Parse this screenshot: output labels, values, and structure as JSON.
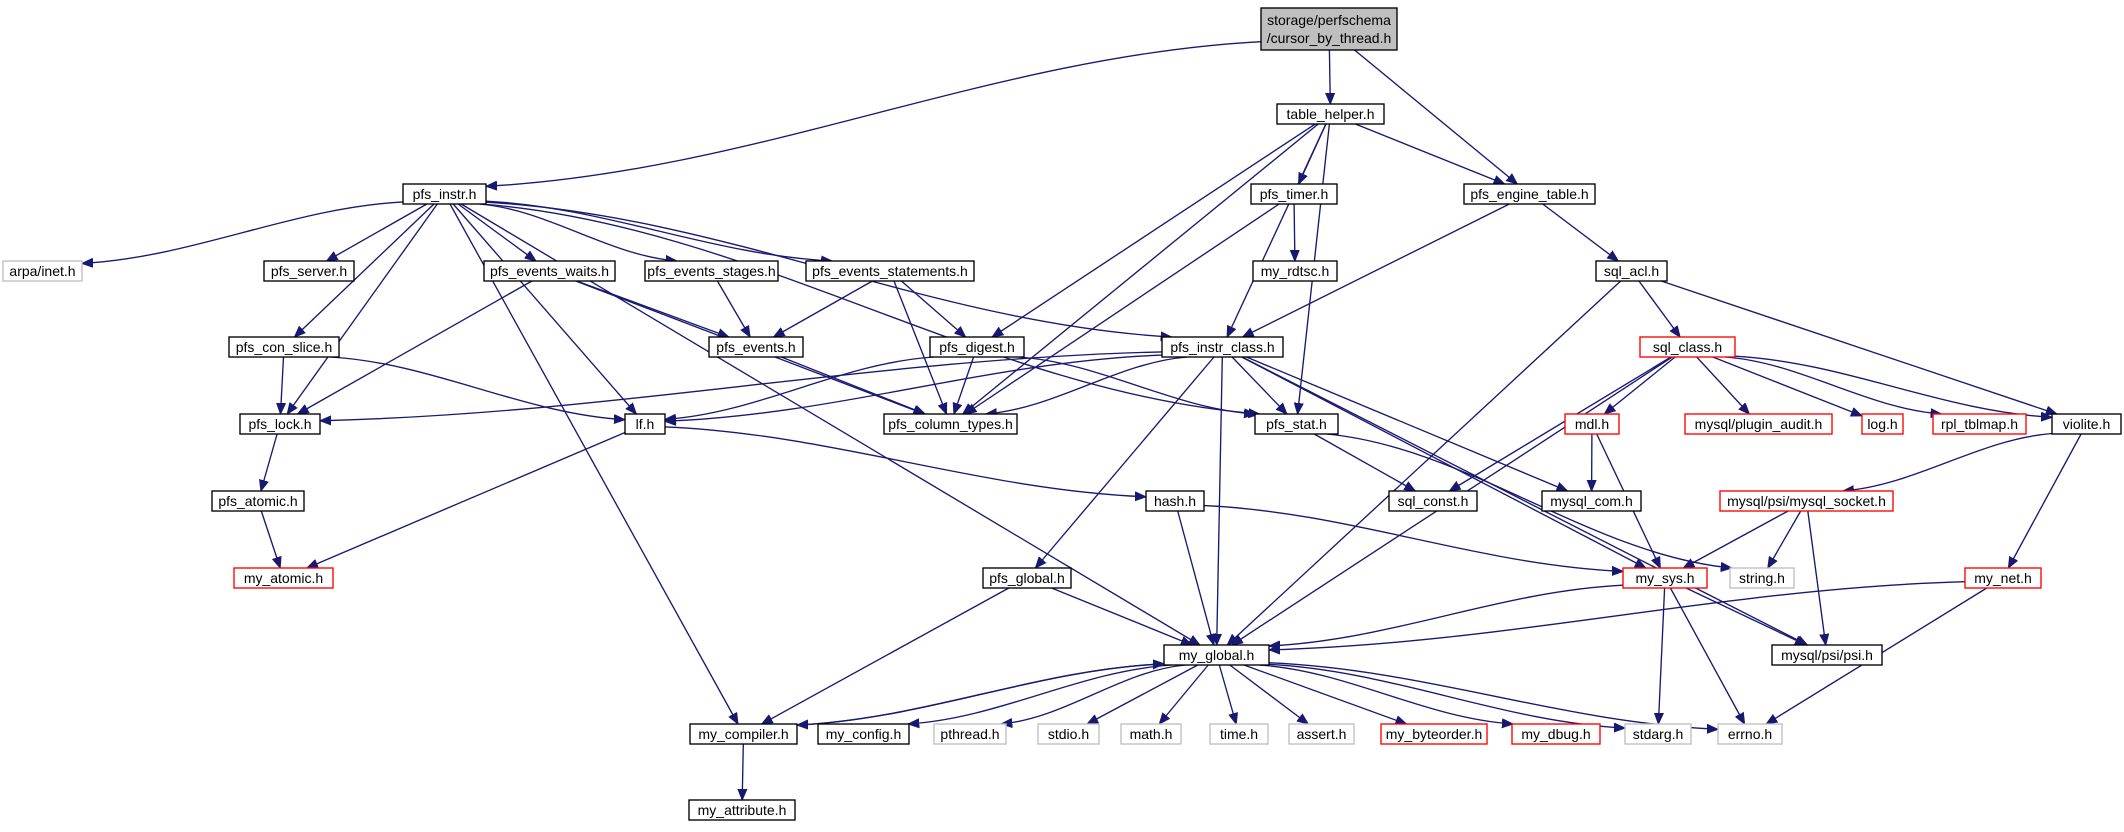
{
  "nodes": [
    {
      "id": "cursor",
      "label": [
        "storage/perfschema",
        "/cursor_by_thread.h"
      ],
      "kind": "root"
    },
    {
      "id": "pfs_instr",
      "label": [
        "pfs_instr.h"
      ],
      "kind": "normal"
    },
    {
      "id": "table_helper",
      "label": [
        "table_helper.h"
      ],
      "kind": "normal"
    },
    {
      "id": "pfs_engine_table",
      "label": [
        "pfs_engine_table.h"
      ],
      "kind": "normal"
    },
    {
      "id": "arpa_inet",
      "label": [
        "arpa/inet.h"
      ],
      "kind": "system"
    },
    {
      "id": "pfs_server",
      "label": [
        "pfs_server.h"
      ],
      "kind": "normal"
    },
    {
      "id": "pfs_events_waits",
      "label": [
        "pfs_events_waits.h"
      ],
      "kind": "normal"
    },
    {
      "id": "pfs_events_stages",
      "label": [
        "pfs_events_stages.h"
      ],
      "kind": "normal"
    },
    {
      "id": "pfs_events_statements",
      "label": [
        "pfs_events_statements.h"
      ],
      "kind": "normal"
    },
    {
      "id": "pfs_timer",
      "label": [
        "pfs_timer.h"
      ],
      "kind": "normal"
    },
    {
      "id": "my_rdtsc",
      "label": [
        "my_rdtsc.h"
      ],
      "kind": "normal"
    },
    {
      "id": "sql_acl",
      "label": [
        "sql_acl.h"
      ],
      "kind": "normal"
    },
    {
      "id": "pfs_con_slice",
      "label": [
        "pfs_con_slice.h"
      ],
      "kind": "normal"
    },
    {
      "id": "pfs_events",
      "label": [
        "pfs_events.h"
      ],
      "kind": "normal"
    },
    {
      "id": "pfs_digest",
      "label": [
        "pfs_digest.h"
      ],
      "kind": "normal"
    },
    {
      "id": "pfs_instr_class",
      "label": [
        "pfs_instr_class.h"
      ],
      "kind": "normal"
    },
    {
      "id": "sql_class",
      "label": [
        "sql_class.h"
      ],
      "kind": "truncated"
    },
    {
      "id": "pfs_lock",
      "label": [
        "pfs_lock.h"
      ],
      "kind": "normal"
    },
    {
      "id": "lf",
      "label": [
        "lf.h"
      ],
      "kind": "normal"
    },
    {
      "id": "pfs_column_types",
      "label": [
        "pfs_column_types.h"
      ],
      "kind": "normal"
    },
    {
      "id": "pfs_stat",
      "label": [
        "pfs_stat.h"
      ],
      "kind": "normal"
    },
    {
      "id": "mdl",
      "label": [
        "mdl.h"
      ],
      "kind": "truncated"
    },
    {
      "id": "plugin_audit",
      "label": [
        "mysql/plugin_audit.h"
      ],
      "kind": "truncated"
    },
    {
      "id": "log",
      "label": [
        "log.h"
      ],
      "kind": "truncated"
    },
    {
      "id": "rpl_tblmap",
      "label": [
        "rpl_tblmap.h"
      ],
      "kind": "truncated"
    },
    {
      "id": "violite",
      "label": [
        "violite.h"
      ],
      "kind": "normal"
    },
    {
      "id": "pfs_atomic",
      "label": [
        "pfs_atomic.h"
      ],
      "kind": "normal"
    },
    {
      "id": "hash",
      "label": [
        "hash.h"
      ],
      "kind": "normal"
    },
    {
      "id": "sql_const",
      "label": [
        "sql_const.h"
      ],
      "kind": "normal"
    },
    {
      "id": "mysql_com",
      "label": [
        "mysql_com.h"
      ],
      "kind": "normal"
    },
    {
      "id": "mysql_socket",
      "label": [
        "mysql/psi/mysql_socket.h"
      ],
      "kind": "truncated"
    },
    {
      "id": "my_atomic",
      "label": [
        "my_atomic.h"
      ],
      "kind": "truncated"
    },
    {
      "id": "pfs_global",
      "label": [
        "pfs_global.h"
      ],
      "kind": "normal"
    },
    {
      "id": "my_sys",
      "label": [
        "my_sys.h"
      ],
      "kind": "truncated"
    },
    {
      "id": "string_h",
      "label": [
        "string.h"
      ],
      "kind": "system"
    },
    {
      "id": "my_net",
      "label": [
        "my_net.h"
      ],
      "kind": "truncated"
    },
    {
      "id": "my_global",
      "label": [
        "my_global.h"
      ],
      "kind": "normal"
    },
    {
      "id": "psi",
      "label": [
        "mysql/psi/psi.h"
      ],
      "kind": "normal"
    },
    {
      "id": "my_compiler",
      "label": [
        "my_compiler.h"
      ],
      "kind": "normal"
    },
    {
      "id": "my_config",
      "label": [
        "my_config.h"
      ],
      "kind": "normal"
    },
    {
      "id": "pthread",
      "label": [
        "pthread.h"
      ],
      "kind": "system"
    },
    {
      "id": "stdio",
      "label": [
        "stdio.h"
      ],
      "kind": "system"
    },
    {
      "id": "math",
      "label": [
        "math.h"
      ],
      "kind": "system"
    },
    {
      "id": "time_h",
      "label": [
        "time.h"
      ],
      "kind": "system"
    },
    {
      "id": "assert_h",
      "label": [
        "assert.h"
      ],
      "kind": "system"
    },
    {
      "id": "my_byteorder",
      "label": [
        "my_byteorder.h"
      ],
      "kind": "truncated"
    },
    {
      "id": "my_dbug",
      "label": [
        "my_dbug.h"
      ],
      "kind": "truncated"
    },
    {
      "id": "stdarg",
      "label": [
        "stdarg.h"
      ],
      "kind": "system"
    },
    {
      "id": "errno_h",
      "label": [
        "errno.h"
      ],
      "kind": "system"
    },
    {
      "id": "my_attribute",
      "label": [
        "my_attribute.h"
      ],
      "kind": "normal"
    }
  ],
  "edges": [
    [
      "cursor",
      "pfs_instr"
    ],
    [
      "cursor",
      "table_helper"
    ],
    [
      "cursor",
      "pfs_engine_table"
    ],
    [
      "pfs_instr",
      "arpa_inet"
    ],
    [
      "pfs_instr",
      "pfs_server"
    ],
    [
      "pfs_instr",
      "pfs_events_waits"
    ],
    [
      "pfs_instr",
      "pfs_events_stages"
    ],
    [
      "pfs_instr",
      "pfs_events_statements"
    ],
    [
      "pfs_instr",
      "pfs_con_slice"
    ],
    [
      "pfs_instr",
      "pfs_lock"
    ],
    [
      "pfs_instr",
      "lf"
    ],
    [
      "pfs_instr",
      "pfs_instr_class"
    ],
    [
      "pfs_instr",
      "pfs_stat"
    ],
    [
      "pfs_instr",
      "my_global"
    ],
    [
      "pfs_instr",
      "my_compiler"
    ],
    [
      "table_helper",
      "pfs_timer"
    ],
    [
      "table_helper",
      "pfs_engine_table"
    ],
    [
      "table_helper",
      "pfs_digest"
    ],
    [
      "table_helper",
      "pfs_column_types"
    ],
    [
      "table_helper",
      "pfs_instr_class"
    ],
    [
      "table_helper",
      "pfs_stat"
    ],
    [
      "pfs_engine_table",
      "pfs_instr_class"
    ],
    [
      "pfs_engine_table",
      "sql_acl"
    ],
    [
      "pfs_timer",
      "my_rdtsc"
    ],
    [
      "pfs_timer",
      "pfs_column_types"
    ],
    [
      "sql_acl",
      "sql_class"
    ],
    [
      "sql_acl",
      "violite"
    ],
    [
      "sql_acl",
      "my_global"
    ],
    [
      "pfs_events_waits",
      "pfs_events"
    ],
    [
      "pfs_events_waits",
      "pfs_lock"
    ],
    [
      "pfs_events_waits",
      "pfs_column_types"
    ],
    [
      "pfs_events_stages",
      "pfs_events"
    ],
    [
      "pfs_events_statements",
      "pfs_events"
    ],
    [
      "pfs_events_statements",
      "pfs_digest"
    ],
    [
      "pfs_events_statements",
      "pfs_column_types"
    ],
    [
      "pfs_con_slice",
      "pfs_lock"
    ],
    [
      "pfs_con_slice",
      "lf"
    ],
    [
      "pfs_events",
      "pfs_column_types"
    ],
    [
      "pfs_digest",
      "pfs_column_types"
    ],
    [
      "pfs_digest",
      "lf"
    ],
    [
      "pfs_digest",
      "pfs_stat"
    ],
    [
      "pfs_instr_class",
      "pfs_lock"
    ],
    [
      "pfs_instr_class",
      "lf"
    ],
    [
      "pfs_instr_class",
      "pfs_column_types"
    ],
    [
      "pfs_instr_class",
      "pfs_stat"
    ],
    [
      "pfs_instr_class",
      "pfs_global"
    ],
    [
      "pfs_instr_class",
      "my_global"
    ],
    [
      "pfs_instr_class",
      "mysql_com"
    ],
    [
      "pfs_instr_class",
      "my_sys"
    ],
    [
      "pfs_instr_class",
      "psi"
    ],
    [
      "sql_class",
      "mdl"
    ],
    [
      "sql_class",
      "plugin_audit"
    ],
    [
      "sql_class",
      "log"
    ],
    [
      "sql_class",
      "rpl_tblmap"
    ],
    [
      "sql_class",
      "violite"
    ],
    [
      "sql_class",
      "sql_const"
    ],
    [
      "sql_class",
      "my_global"
    ],
    [
      "pfs_lock",
      "pfs_atomic"
    ],
    [
      "pfs_atomic",
      "my_atomic"
    ],
    [
      "lf",
      "hash"
    ],
    [
      "lf",
      "my_atomic"
    ],
    [
      "pfs_stat",
      "sql_const"
    ],
    [
      "pfs_stat",
      "string_h"
    ],
    [
      "mdl",
      "mysql_com"
    ],
    [
      "mdl",
      "my_sys"
    ],
    [
      "violite",
      "mysql_socket"
    ],
    [
      "violite",
      "my_net"
    ],
    [
      "hash",
      "my_global"
    ],
    [
      "hash",
      "my_sys"
    ],
    [
      "mysql_socket",
      "my_sys"
    ],
    [
      "mysql_socket",
      "string_h"
    ],
    [
      "mysql_socket",
      "psi"
    ],
    [
      "pfs_global",
      "my_global"
    ],
    [
      "pfs_global",
      "my_compiler"
    ],
    [
      "my_sys",
      "my_global"
    ],
    [
      "my_sys",
      "stdarg"
    ],
    [
      "my_sys",
      "errno_h"
    ],
    [
      "my_sys",
      "psi"
    ],
    [
      "my_net",
      "my_global"
    ],
    [
      "my_net",
      "errno_h"
    ],
    [
      "my_global",
      "my_compiler"
    ],
    [
      "my_global",
      "my_config"
    ],
    [
      "my_global",
      "pthread"
    ],
    [
      "my_global",
      "stdio"
    ],
    [
      "my_global",
      "math"
    ],
    [
      "my_global",
      "time_h"
    ],
    [
      "my_global",
      "assert_h"
    ],
    [
      "my_global",
      "my_byteorder"
    ],
    [
      "my_global",
      "my_dbug"
    ],
    [
      "my_global",
      "stdarg"
    ],
    [
      "my_global",
      "errno_h"
    ],
    [
      "my_compiler",
      "my_attribute"
    ],
    [
      "my_compiler",
      "my_global"
    ]
  ],
  "style": {
    "edge_color": "#191970",
    "root_fill": "#bfbfbf",
    "node_fill": "#ffffff",
    "node_border": "#000000",
    "truncated_border": "#ff0000",
    "system_border": "#bfbfbf"
  }
}
